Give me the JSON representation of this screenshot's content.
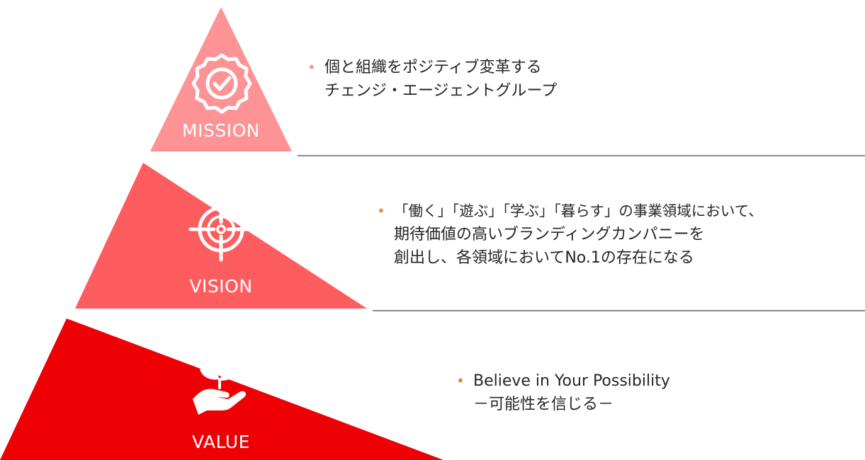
{
  "colors": {
    "mission": "#fd9395",
    "vision": "#fe5d60",
    "value": "#ee0005",
    "divider": "#8c8c8c",
    "text": "#262626",
    "bullet_mission": "#fd9395",
    "bullet_vision": "#f08a35",
    "bullet_value": "#d98a2c"
  },
  "tiers": {
    "mission": {
      "label": "MISSION",
      "icon": "check-badge-icon",
      "lines": [
        "個と組織をポジティブ変革する",
        "チェンジ・エージェントグループ"
      ]
    },
    "vision": {
      "label": "VISION",
      "icon": "target-crosshair-icon",
      "lines": [
        "「働く」「遊ぶ」「学ぶ」「暮らす」の事業領域において、",
        "期待価値の高いブランディングカンパニーを",
        "創出し、各領域においてNo.1の存在になる"
      ]
    },
    "value": {
      "label": "VALUE",
      "icon": "hand-sprout-icon",
      "lines": [
        "Believe in Your Possibility",
        "－可能性を信じる－"
      ]
    }
  },
  "bullet_glyph": "•"
}
